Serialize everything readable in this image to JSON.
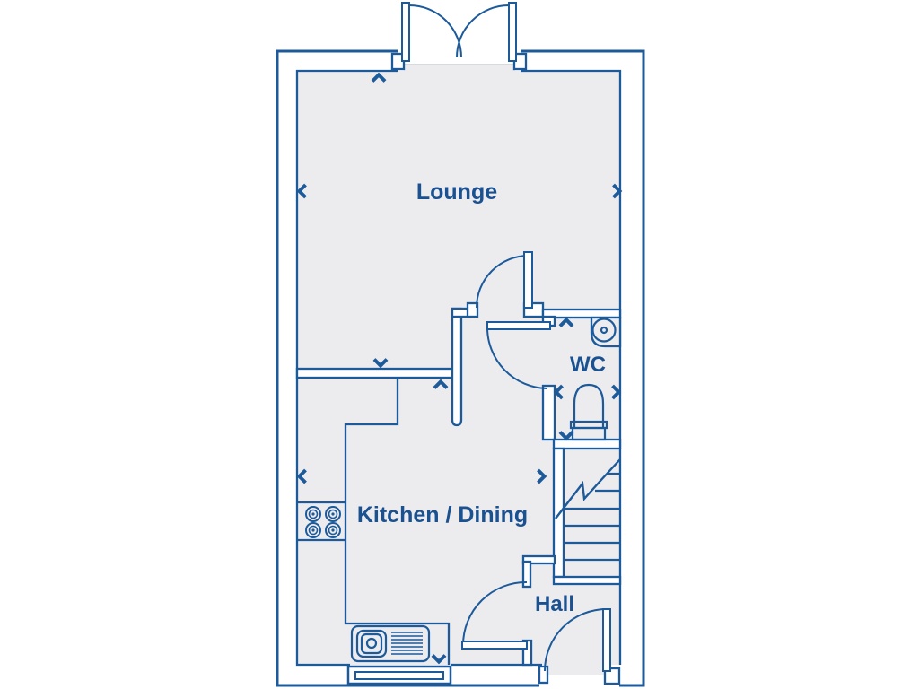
{
  "palette": {
    "line_blue": "#1d5a9a",
    "label_blue": "#1a5191",
    "floor_fill": "#ecebee",
    "background": "#ffffff"
  },
  "plan": {
    "rooms": [
      {
        "id": "lounge",
        "label": "Lounge"
      },
      {
        "id": "kitchen_dining",
        "label": "Kitchen / Dining"
      },
      {
        "id": "wc",
        "label": "WC"
      },
      {
        "id": "hall",
        "label": "Hall"
      }
    ],
    "fixtures": [
      "french-doors",
      "window",
      "front-door",
      "lounge-door",
      "wc-door",
      "hall-door",
      "staircase",
      "hob",
      "kitchen-sink",
      "corner-basin",
      "toilet"
    ],
    "measure_arrows": [
      "lounge-up",
      "lounge-left",
      "lounge-right",
      "lounge-down",
      "kitchen-up",
      "kitchen-left",
      "kitchen-right",
      "kitchen-down",
      "wc-up",
      "wc-left",
      "wc-right",
      "wc-down"
    ]
  }
}
